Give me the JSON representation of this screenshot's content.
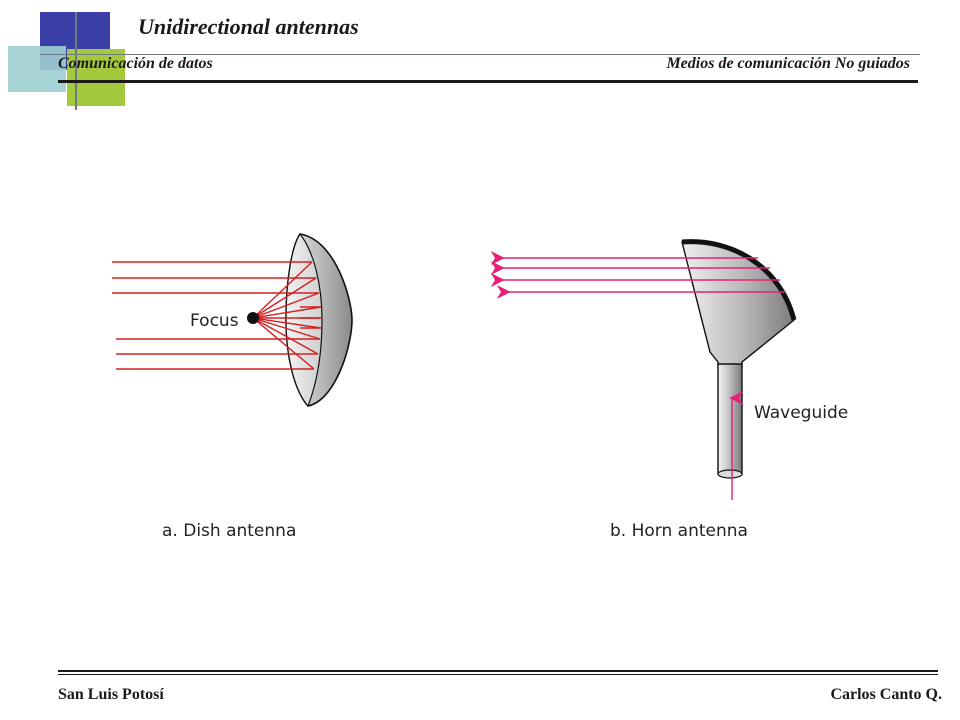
{
  "header": {
    "title": "Unidirectional antennas",
    "subtitle_left": "Comunicación de datos",
    "subtitle_right": "Medios de comunicación  No guiados"
  },
  "figure": {
    "focus_label": "Focus",
    "waveguide_label": "Waveguide",
    "caption_a": "a. Dish antenna",
    "caption_b": "b. Horn antenna"
  },
  "footer": {
    "left": "San Luis Potosí",
    "right": "Carlos Canto Q."
  },
  "colors": {
    "dish_rays": "#d42020",
    "horn_rays": "#e8207a",
    "accent_blue": "#3a3fa8",
    "accent_green": "#a4c93c"
  }
}
